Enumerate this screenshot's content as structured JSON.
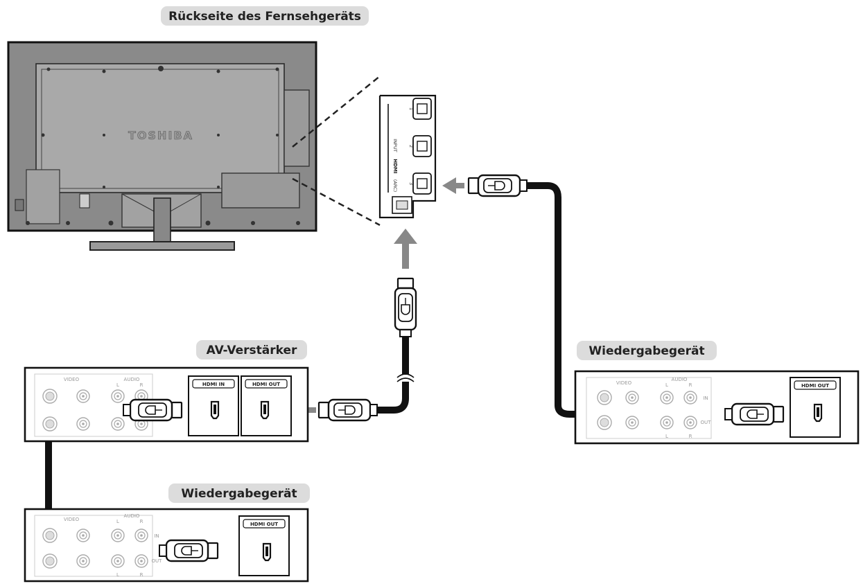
{
  "labels": {
    "tv_rear": "Rückseite des Fernsehgeräts",
    "av_amplifier": "AV-Verstärker",
    "playback_device_right": "Wiedergabegerät",
    "playback_device_bottom": "Wiedergabegerät"
  },
  "tv": {
    "brand": "TOSHIBA",
    "port_panel": {
      "section": "HDMI",
      "feature": "INPUT",
      "port_1": "1",
      "port_2": "2",
      "port_3": "3",
      "port_3_suffix": "(ARC)"
    }
  },
  "av_amplifier": {
    "video": "VIDEO",
    "audio": "AUDIO",
    "audio_l": "L",
    "audio_r": "R",
    "hdmi_in": "HDMI IN",
    "hdmi_out": "HDMI OUT"
  },
  "playback_right": {
    "video": "VIDEO",
    "audio": "AUDIO",
    "audio_l": "L",
    "audio_r": "R",
    "in": "IN",
    "out": "OUT",
    "hdmi_out": "HDMI OUT"
  },
  "playback_bottom": {
    "video": "VIDEO",
    "audio": "AUDIO",
    "audio_l": "L",
    "audio_r": "R",
    "in": "IN",
    "out": "OUT",
    "hdmi_out": "HDMI OUT"
  }
}
